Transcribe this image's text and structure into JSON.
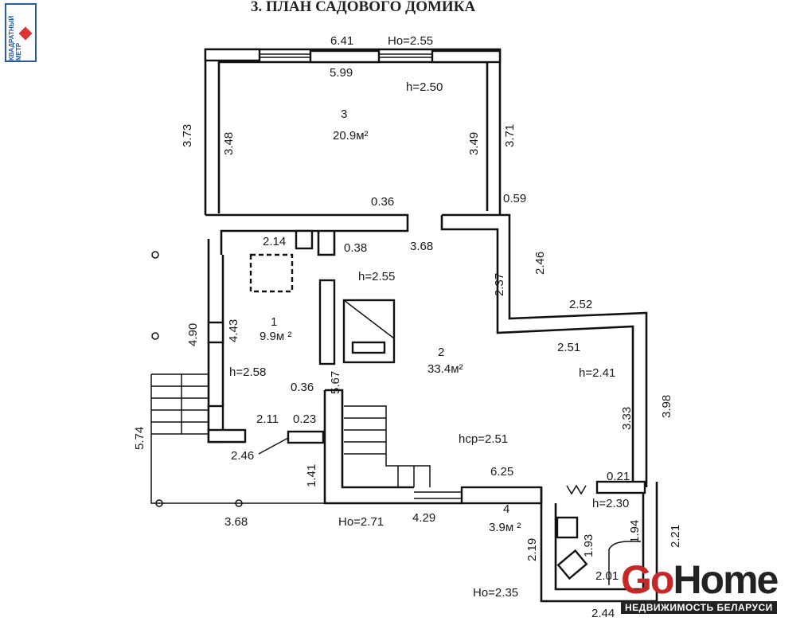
{
  "title": "3. ПЛАН САДОВОГО ДОМИКА",
  "watermarks": {
    "top_left_logo": "КВАДРАТНЫЙ МЕТР",
    "gohome_go": "Go",
    "gohome_home": "Home",
    "gohome_sub": "НЕДВИЖИМОСТЬ БЕЛАРУСИ"
  },
  "rooms": [
    {
      "number": "3",
      "area": "20.9м²",
      "height": "h=2.50"
    },
    {
      "number": "1",
      "area": "9.9м ²",
      "height": "h=2.58"
    },
    {
      "number": "2",
      "area": "33.4м²",
      "height": "h=2.55"
    },
    {
      "number": "4",
      "area": "3.9м ²",
      "height": "h=2.30"
    }
  ],
  "dimensions": {
    "top_outer": "6.41",
    "top_opening": "Ho=2.55",
    "top_inner": "5.99",
    "r3_left_outer": "3.73",
    "r3_left_inner": "3.48",
    "r3_right_inner": "3.49",
    "r3_right_outer": "3.71",
    "wall_036": "0.36",
    "wall_059": "0.59",
    "d_214": "2.14",
    "d_038": "0.38",
    "d_368_top": "3.68",
    "d_237": "2.37",
    "d_246_right": "2.46",
    "d_252": "2.52",
    "d_251": "2.51",
    "h_241": "h=2.41",
    "d_333": "3.33",
    "d_398": "3.98",
    "d_490": "4.90",
    "d_443": "4.43",
    "d_574": "5.74",
    "d_036_b": "0.36",
    "d_567": "5.67",
    "d_211": "2.11",
    "d_023": "0.23",
    "d_246_left": "2.46",
    "d_141": "1.41",
    "d_368_bottom": "3.68",
    "ho_271": "Ho=2.71",
    "d_429": "4.29",
    "hcp": "hср=2.51",
    "d_625": "6.25",
    "d_021": "0.21",
    "d_219": "2.19",
    "d_193": "1.93",
    "d_194": "1.94",
    "d_221": "2.21",
    "d_201": "2.01",
    "ho_235": "Ho=2.35",
    "d_244": "2.44"
  }
}
